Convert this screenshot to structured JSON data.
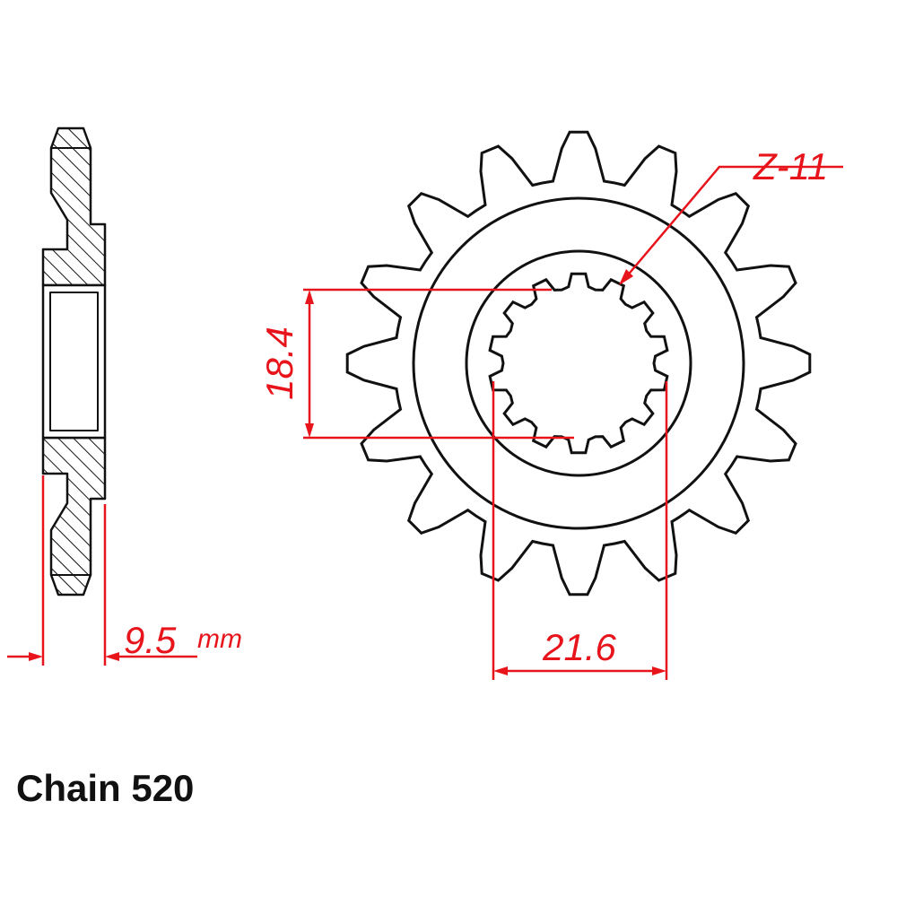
{
  "labels": {
    "thickness": "9.5",
    "thickness_unit": "mm",
    "inner_diameter": "18.4",
    "outer_spline_diameter": "21.6",
    "spline_count": "Z-11",
    "chain": "Chain 520"
  },
  "colors": {
    "outline": "#111111",
    "dimension": "#e8141c",
    "background": "#ffffff"
  }
}
